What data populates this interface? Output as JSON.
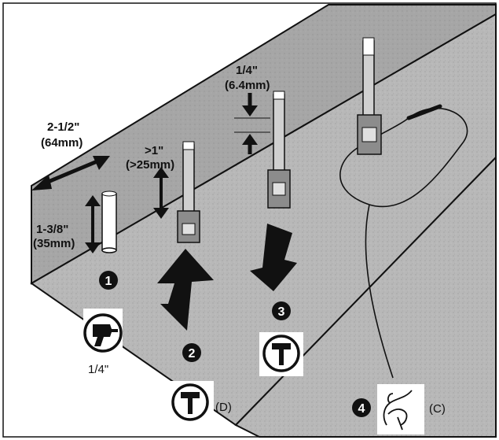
{
  "dimensions": {
    "width_in": "2-1/2\"",
    "width_mm": "(64mm)",
    "depth_in": "1-3/8\"",
    "depth_mm": "(35mm)",
    "gap_in": ">1\"",
    "gap_mm": "(>25mm)",
    "offset_in": "1/4\"",
    "offset_mm": "(6.4mm)"
  },
  "steps": [
    {
      "number": "1",
      "tool": "drill-icon",
      "caption": "1/4\""
    },
    {
      "number": "2",
      "tool": "hammer-icon",
      "caption": "(D)"
    },
    {
      "number": "3",
      "tool": "hammer-icon",
      "caption": ""
    },
    {
      "number": "4",
      "tool": "hand-icon",
      "caption": "(C)"
    }
  ],
  "colors": {
    "surface": "#b9b9b9",
    "top_face": "#a3a3a3",
    "outline": "#111111",
    "background": "#ffffff"
  }
}
